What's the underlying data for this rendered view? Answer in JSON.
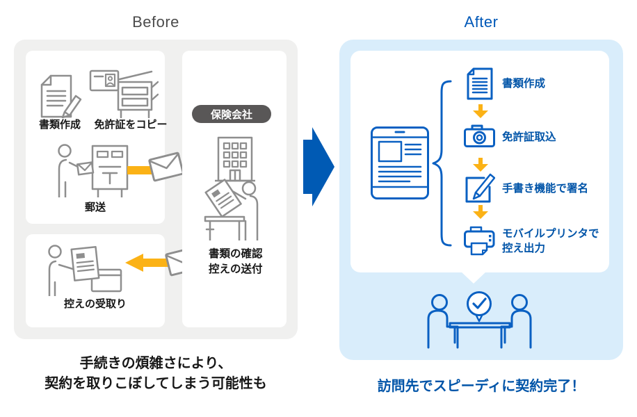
{
  "colors": {
    "brand_blue": "#005ab4",
    "line_blue": "#0a60c2",
    "label_blue": "#0054a8",
    "title_gray": "#4c4c4c",
    "accent_yellow": "#fbb216",
    "badge_gray": "#595757",
    "panel_gray": "#f0f0ef",
    "panel_blue": "#d9edfb",
    "text_dark": "#171717"
  },
  "before": {
    "title": "Before",
    "box_documents": {
      "create_label": "書類作成",
      "copy_label": "免許証をコピー",
      "mail_label": "郵送"
    },
    "box_receive": {
      "label": "控えの受取り"
    },
    "box_company": {
      "badge": "保険会社",
      "confirm_line1": "書類の確認",
      "confirm_line2": "控えの送付"
    },
    "caption_line1": "手続きの煩雑さにより、",
    "caption_line2": "契約を取りこぼしてしまう可能性も"
  },
  "after": {
    "title": "After",
    "flow": [
      {
        "icon": "document-icon",
        "label": "書類作成"
      },
      {
        "icon": "camera-icon",
        "label": "免許証取込"
      },
      {
        "icon": "signature-icon",
        "label": "手書き機能で署名"
      },
      {
        "icon": "mobile-printer-icon",
        "label_line1": "モバイルプリンタで",
        "label_line2": "控え出力"
      }
    ],
    "caption": "訪問先でスピーディに契約完了！"
  }
}
